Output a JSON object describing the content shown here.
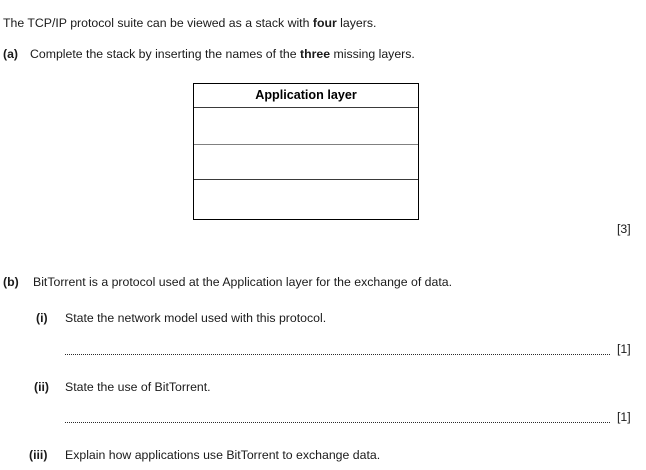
{
  "question": {
    "intro": {
      "before": "The TCP/IP protocol suite can be viewed as a stack with ",
      "emphasis": "four",
      "after": " layers."
    },
    "part_a": {
      "label": "(a)",
      "text_before": "Complete the stack by inserting the names of the ",
      "emphasis": "three",
      "text_after": " missing layers.",
      "marks": "[3]",
      "stack": {
        "rows": [
          {
            "label": "Application layer",
            "filled": true
          },
          {
            "label": "",
            "filled": false
          },
          {
            "label": "",
            "filled": false
          },
          {
            "label": "",
            "filled": false
          }
        ]
      }
    },
    "part_b": {
      "label": "(b)",
      "text": "BitTorrent is a protocol used at the Application layer for the exchange of data.",
      "subparts": [
        {
          "label": "(i)",
          "text": "State the network model used with this protocol.",
          "marks": "[1]",
          "has_answer_line": true
        },
        {
          "label": "(ii)",
          "text": "State the use of BitTorrent.",
          "marks": "[1]",
          "has_answer_line": true
        },
        {
          "label": "(iii)",
          "text": "Explain how applications use BitTorrent to exchange data.",
          "marks": "",
          "has_answer_line": false
        }
      ]
    }
  }
}
